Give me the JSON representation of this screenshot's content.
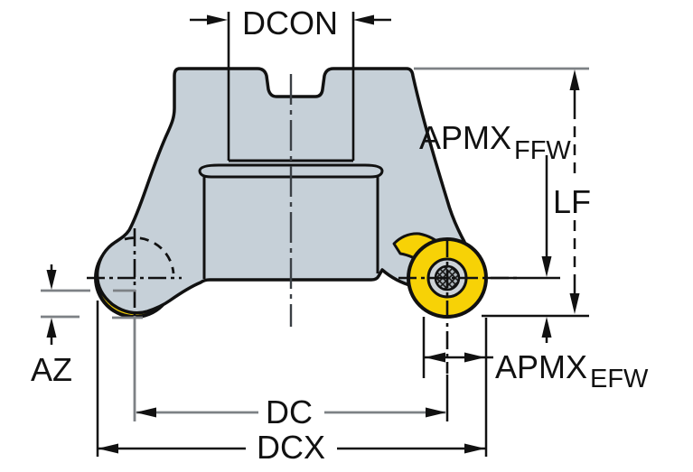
{
  "diagram": {
    "type": "technical-dimension-drawing",
    "subject": "round-insert face milling cutter, front view",
    "labels": {
      "dcon": "DCON",
      "apmx_ffw_main": "APMX",
      "apmx_ffw_sub": "FFW",
      "lf": "LF",
      "apmx_efw_main": "APMX",
      "apmx_efw_sub": "EFW",
      "az": "AZ",
      "dc": "DC",
      "dcx": "DCX"
    },
    "colors": {
      "background": "#ffffff",
      "body_fill": "#c6d0d8",
      "insert_yellow": "#f7d206",
      "outline_black": "#111111",
      "screw_ring": "#cdd3d8",
      "screw_hatch_bg": "#aab2b8",
      "dim_gray": "#7d8185"
    },
    "dimensions_shown": [
      {
        "name": "DCON",
        "orientation": "horizontal",
        "measures": "coupling / bore diameter at top"
      },
      {
        "name": "APMX FFW",
        "orientation": "vertical",
        "measures": "max cutting depth to insert centerline"
      },
      {
        "name": "LF",
        "orientation": "vertical",
        "measures": "functional length, top face to insert tip"
      },
      {
        "name": "APMX EFW",
        "orientation": "horizontal",
        "measures": "max cutting depth at periphery"
      },
      {
        "name": "AZ",
        "orientation": "vertical",
        "measures": "axial insert protrusion below body"
      },
      {
        "name": "DC",
        "orientation": "horizontal",
        "measures": "cutting diameter at insert centers"
      },
      {
        "name": "DCX",
        "orientation": "horizontal",
        "measures": "maximum cutting diameter"
      }
    ]
  }
}
